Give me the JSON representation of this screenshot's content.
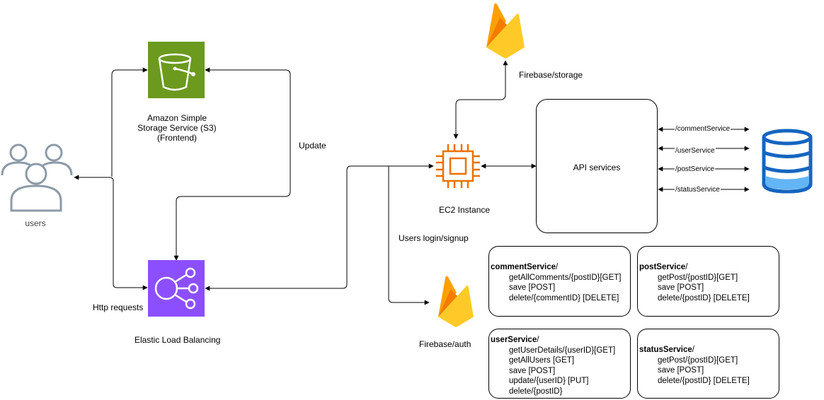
{
  "nodes": {
    "users": "users",
    "s3": [
      "Amazon Simple",
      "Storage Service (S3)",
      "(Frontend)"
    ],
    "elb": "Elastic Load Balancing",
    "ec2": "EC2 Instance",
    "firebase_storage": "Firebase/storage",
    "firebase_auth": "Firebase/auth",
    "api": "API services"
  },
  "edge_labels": {
    "update": "Update",
    "http": "Http requests",
    "login": "Users login/signup"
  },
  "routes": [
    "/commentService",
    "/userService",
    "/postService",
    "/statusService"
  ],
  "services": [
    {
      "name": "commentService",
      "suffix": "/",
      "endpoints": [
        "getAllComments/{postID}[GET]",
        "save [POST]",
        "delete/{commentID} [DELETE]"
      ]
    },
    {
      "name": "postService",
      "suffix": "/",
      "endpoints": [
        "getPost/{postID}[GET]",
        "save [POST]",
        "delete/{postID} [DELETE]"
      ]
    },
    {
      "name": "userService",
      "suffix": "/",
      "endpoints": [
        "getUserDetails/{userID}[GET]",
        "getAllUsers [GET]",
        "save [POST]",
        "update/{userID} [PUT]",
        "delete/{postID}"
      ]
    },
    {
      "name": "statusService",
      "suffix": "/",
      "endpoints": [
        "getPost/{postID}[GET]",
        "save [POST]",
        "delete/{postID} [DELETE]"
      ]
    }
  ],
  "colors": {
    "s3": "#6b9a1e",
    "elb": "#8c4fff",
    "ec2": "#ed7100",
    "firebase_dark": "#f5820d",
    "firebase_light": "#ffca28",
    "db": "#1565c0",
    "db_light": "#64b5f6",
    "users": "#8c9ba8"
  }
}
